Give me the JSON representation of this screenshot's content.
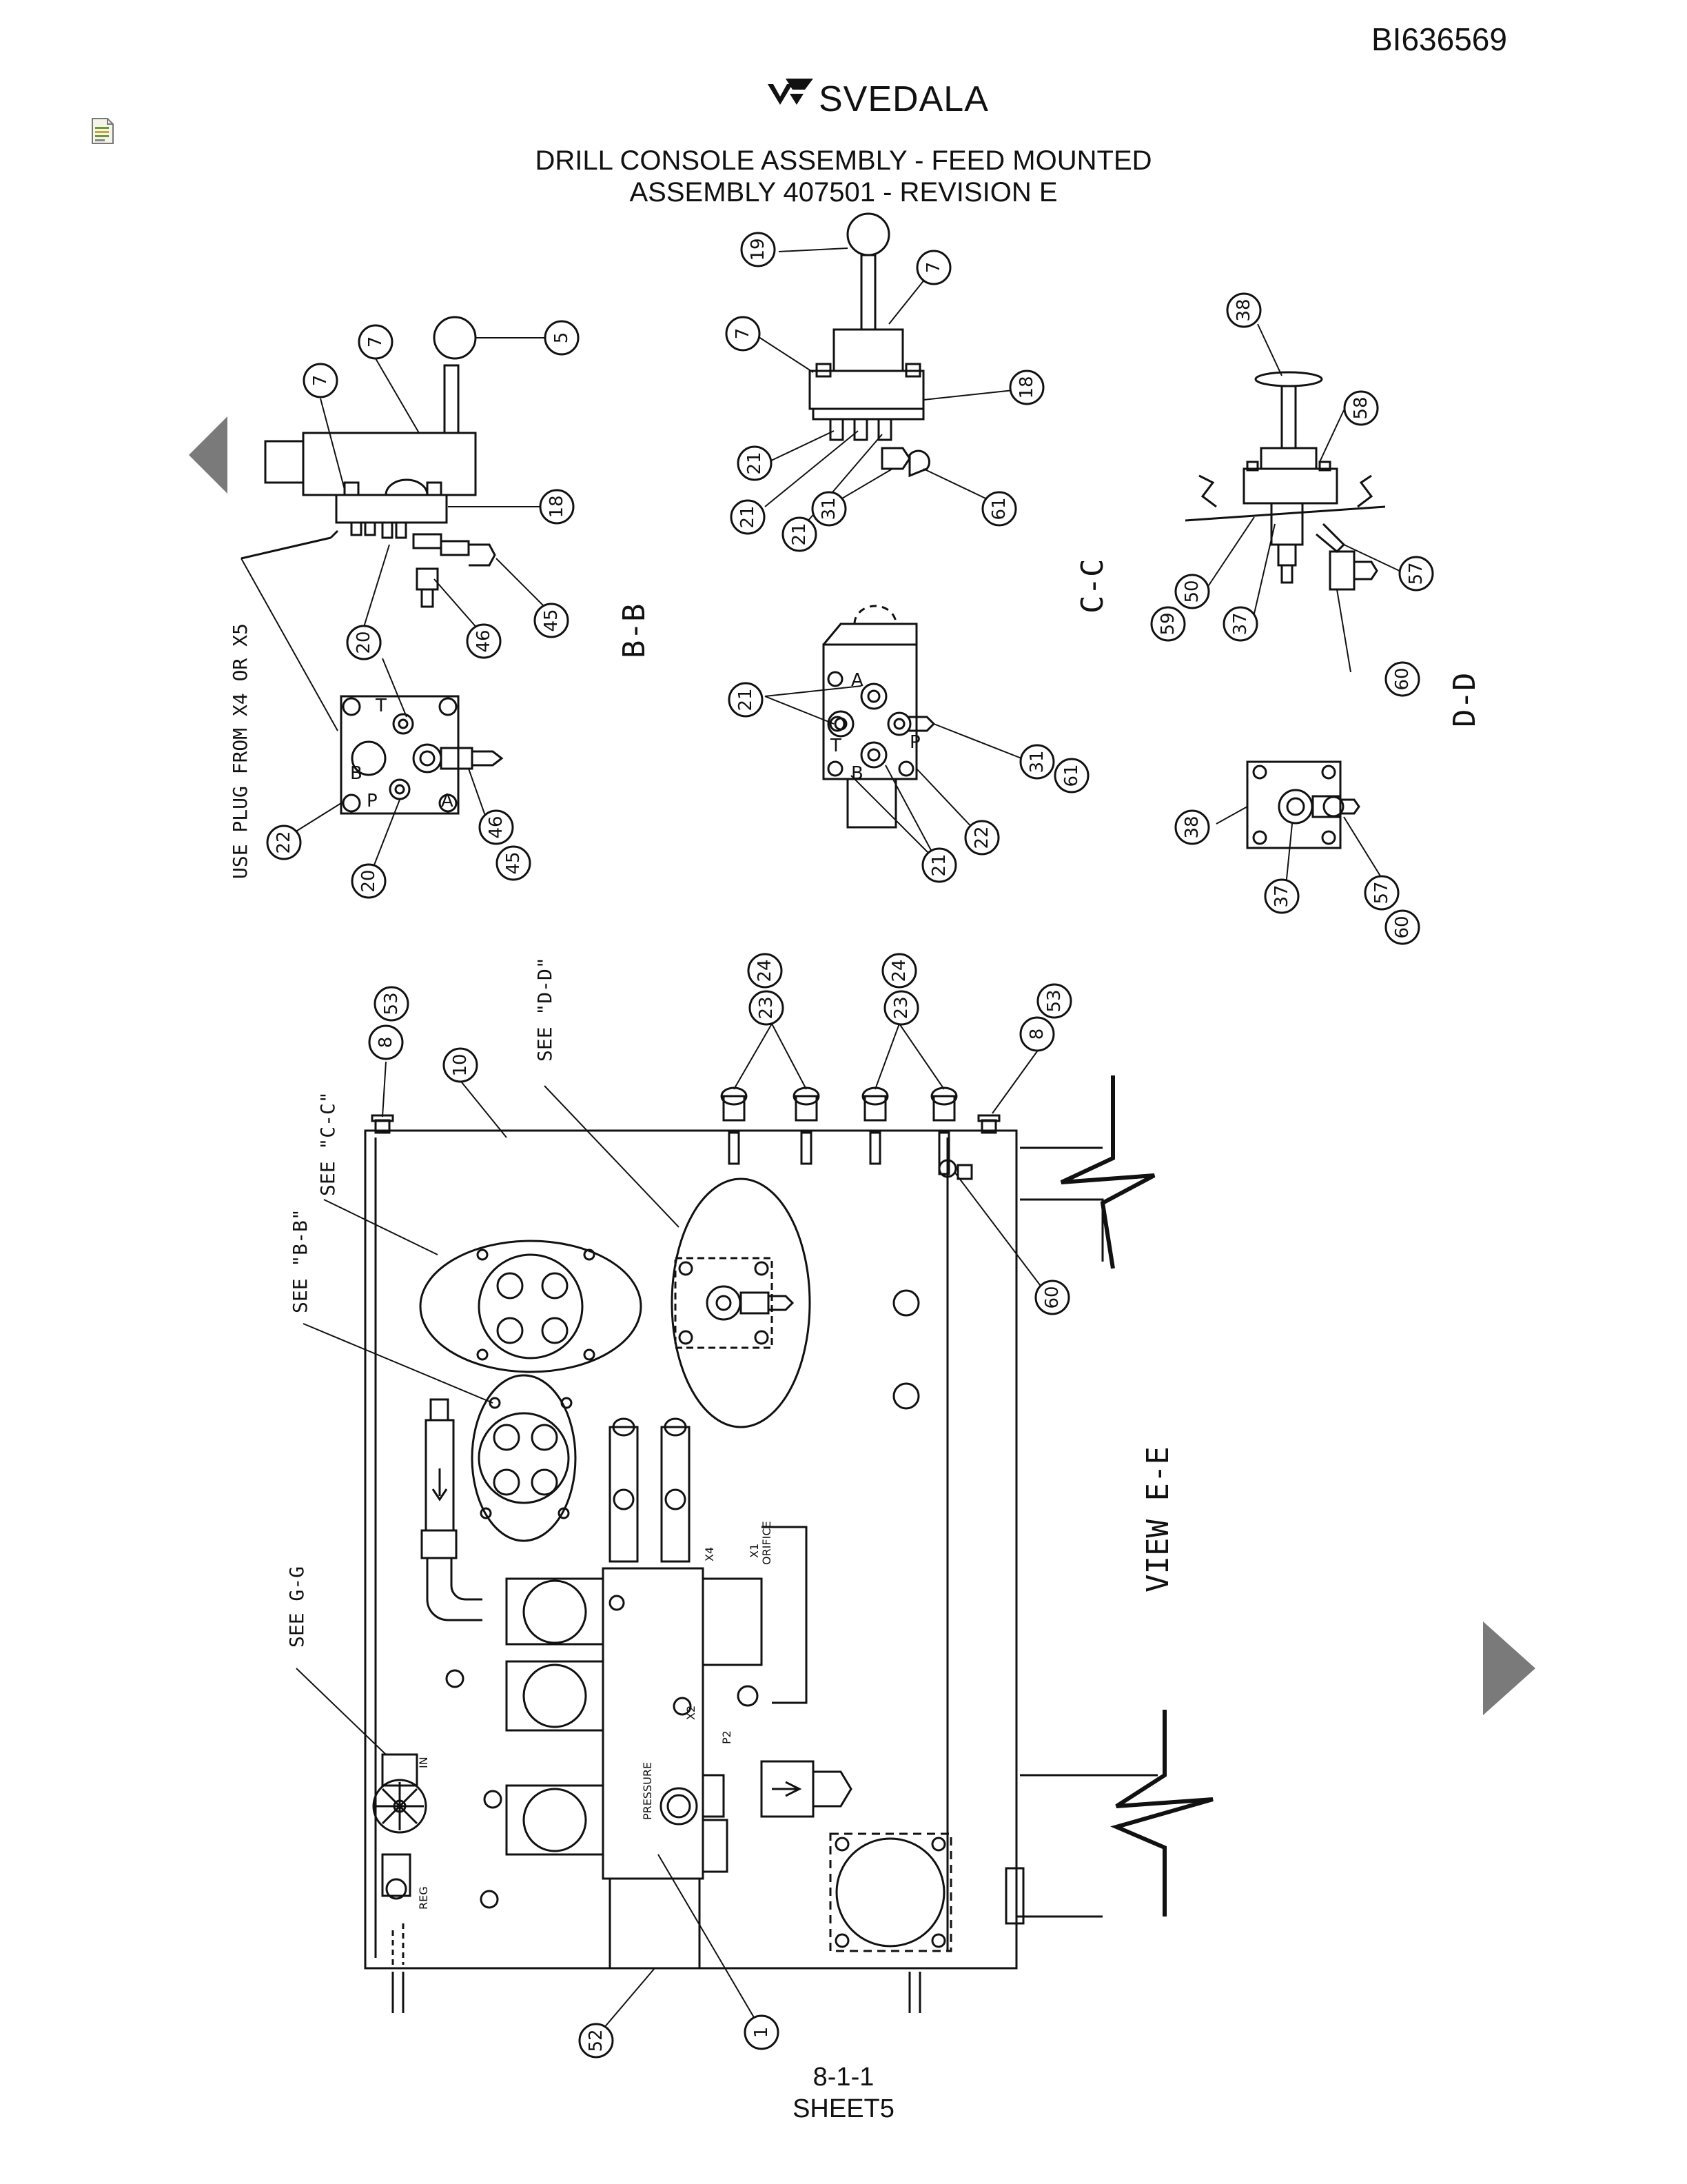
{
  "header": {
    "doc_id": "BI636569",
    "brand": "SVEDALA",
    "title_line1": "DRILL CONSOLE ASSEMBLY - FEED MOUNTED",
    "title_line2": "ASSEMBLY 407501 - REVISION E"
  },
  "footer": {
    "page_number": "8-1-1",
    "sheet": "SHEET5"
  },
  "icons": {
    "document": "document-icon",
    "prev": "prev-page-arrow-icon",
    "next": "next-page-arrow-icon"
  },
  "views": {
    "bb": "B-B",
    "cc": "C-C",
    "dd": "D-D",
    "ee": "VIEW E-E"
  },
  "notes": {
    "use_plug": "USE PLUG FROM X4 OR X5",
    "see_bb": "SEE \"B-B\"",
    "see_cc": "SEE \"C-C\"",
    "see_dd": "SEE \"D-D\"",
    "see_gg": "SEE G-G"
  },
  "labels": {
    "pressure": "PRESSURE",
    "orifice": "ORIFICE",
    "x1": "X1",
    "x2": "X2",
    "x4": "X4",
    "p2": "P2",
    "reg": "REG",
    "in": "IN",
    "port_a": "A",
    "port_b": "B",
    "port_p": "P",
    "port_t": "T"
  },
  "callouts": {
    "bb_top": [
      "7",
      "7",
      "5",
      "18",
      "45",
      "46",
      "20"
    ],
    "bb_bottom": [
      "20",
      "22",
      "20",
      "46",
      "45"
    ],
    "cc_top": [
      "19",
      "7",
      "7",
      "18",
      "21",
      "21",
      "21",
      "31",
      "61"
    ],
    "cc_bottom": [
      "21",
      "31",
      "61",
      "22",
      "21"
    ],
    "dd_top": [
      "38",
      "58",
      "57",
      "50",
      "59",
      "37",
      "60"
    ],
    "dd_bottom": [
      "38",
      "37",
      "57",
      "60"
    ],
    "ee_top": [
      "8",
      "53",
      "10",
      "23",
      "24",
      "23",
      "24",
      "8",
      "53",
      "60"
    ],
    "ee_bottom": [
      "52",
      "1"
    ]
  }
}
